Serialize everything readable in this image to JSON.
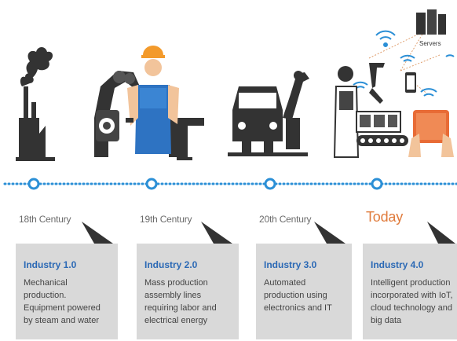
{
  "stages": [
    {
      "era": "18th Century",
      "title": "Industry 1.0",
      "desc": "Mechanical production. Equipment powered by steam and water"
    },
    {
      "era": "19th Century",
      "title": "Industry 2.0",
      "desc": "Mass production assembly lines requiring labor and electrical energy"
    },
    {
      "era": "20th Century",
      "title": "Industry 3.0",
      "desc": "Automated production using electronics and IT"
    },
    {
      "era": "Today",
      "title": "Industry 4.0",
      "desc": "Intelligent production incorporated with IoT, cloud technology and big data"
    }
  ],
  "servers_label": "Servers",
  "colors": {
    "accent_blue": "#2b8fd6",
    "title_blue": "#2b69b5",
    "today_orange": "#e07b3c",
    "box_gray": "#d9d9d9",
    "dark": "#333333"
  }
}
